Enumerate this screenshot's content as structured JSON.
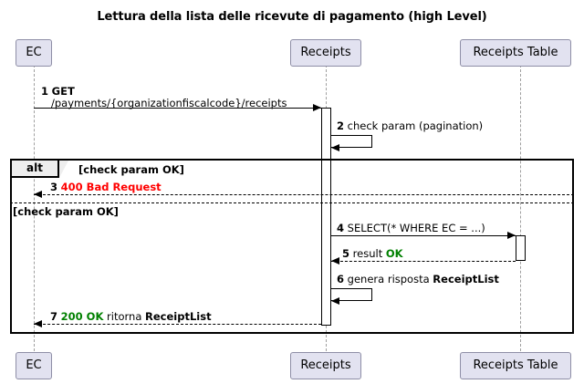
{
  "diagram": {
    "type": "uml-sequence-diagram",
    "title": "Lettura della lista delle ricevute di pagamento (high Level)",
    "background_color": "#FFFFFF",
    "participant_fill": "#E2E2F0",
    "participant_border": "#8E8EA6",
    "accent_error_color": "#FF0000",
    "accent_ok_color": "#008000"
  },
  "participants": [
    {
      "id": "ec",
      "label": "EC"
    },
    {
      "id": "receipts",
      "label": "Receipts"
    },
    {
      "id": "receipts_table",
      "label": "Receipts Table"
    }
  ],
  "fragment": {
    "operator": "alt",
    "guard_1": "[check param OK]",
    "guard_2": "[check param OK]"
  },
  "messages": [
    {
      "number": "1",
      "from": "ec",
      "to": "receipts",
      "style": "solid",
      "line1": "GET",
      "line2": "/payments/{organizationfiscalcode}/receipts"
    },
    {
      "number": "2",
      "from": "receipts",
      "to": "receipts",
      "style": "self",
      "text": "check param (pagination)"
    },
    {
      "number": "3",
      "from": "receipts",
      "to": "ec",
      "style": "dotted",
      "text": "400 Bad Request",
      "color": "red"
    },
    {
      "number": "4",
      "from": "receipts",
      "to": "receipts_table",
      "style": "solid",
      "text": "SELECT(* WHERE EC = ...)"
    },
    {
      "number": "5",
      "from": "receipts_table",
      "to": "receipts",
      "style": "dotted",
      "text_plain": "result ",
      "text_ok": "OK"
    },
    {
      "number": "6",
      "from": "receipts",
      "to": "receipts",
      "style": "self",
      "text_plain": "genera risposta ",
      "text_bold": "ReceiptList"
    },
    {
      "number": "7",
      "from": "receipts",
      "to": "ec",
      "style": "dotted",
      "text_ok": "200 OK",
      "text_plain": " ritorna ",
      "text_bold": "ReceiptList"
    }
  ]
}
